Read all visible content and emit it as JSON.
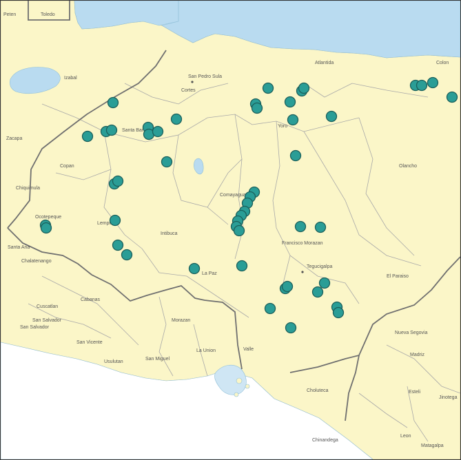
{
  "map": {
    "land_color": "#fbf6c8",
    "water_color": "#b9dbf0",
    "border_color": "#7f7f7f",
    "point_color": "#2a9d96",
    "labels": {
      "peten": "Peten",
      "toledo": "Toledo",
      "izabal": "Izabal",
      "san_pedro_sula": "San Pedro Sula",
      "cortes": "Cortes",
      "atlantida": "Atlantida",
      "colon": "Colon",
      "zacapa": "Zacapa",
      "santa_barbara": "Santa Barbara",
      "yoro": "Yoro",
      "copan": "Copan",
      "olancho": "Olancho",
      "chiquimula": "Chiquimula",
      "comayagua": "Comayagua",
      "ocotepeque": "Ocotepeque",
      "lempira": "Lempira",
      "intibuca": "Intibuca",
      "francisco_morazan": "Francisco Morazan",
      "santa_ana": "Santa Ana",
      "chalatenango": "Chalatenango",
      "la_paz": "La Paz",
      "tegucigalpa": "Tegucigalpa",
      "el_paraiso": "El Paraiso",
      "cuscatlan": "Cuscatlan",
      "cabanas": "Cabanas",
      "san_salvador_dept": "San Salvador",
      "san_salvador_city": "San Salvador",
      "morazan": "Morazan",
      "nueva_segovia": "Nueva Segovia",
      "san_vicente": "San Vicente",
      "madriz": "Madriz",
      "usulutan": "Usulutan",
      "san_miguel": "San Miguel",
      "la_union": "La Union",
      "valle": "Valle",
      "esteli": "Esteli",
      "jinotega": "Jinotega",
      "choluteca": "Choluteca",
      "chinandega": "Chinandega",
      "leon": "Leon",
      "matagalpa": "Matagalpa"
    }
  }
}
